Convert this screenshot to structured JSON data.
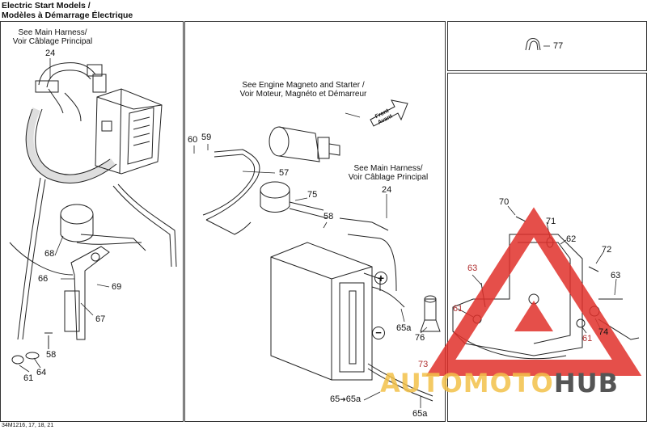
{
  "header": {
    "line1": "Electric Start Models /",
    "line2": "Modèles à Démarrage Électrique"
  },
  "notes": {
    "main_harness_left": [
      "See Main Harness/",
      "Voir Câblage Principal"
    ],
    "engine_magneto": [
      "See Engine Magneto and Starter /",
      "Voir Moteur, Magnéto et Démarreur"
    ],
    "main_harness_center": [
      "See Main Harness/",
      "Voir Câblage Principal"
    ],
    "front_arrow": [
      "Front",
      "Avant"
    ]
  },
  "callouts": {
    "p24a": "24",
    "p68": "68",
    "p66": "66",
    "p69": "69",
    "p67": "67",
    "p58a": "58",
    "p61a": "61",
    "p64": "64",
    "p60": "60",
    "p59": "59",
    "p57": "57",
    "p75": "75",
    "p58b": "58",
    "p24b": "24",
    "p65a1": "65a",
    "p76": "76",
    "p73": "73",
    "p65": "65",
    "p65arrow": "➔",
    "p65a2": "65a",
    "p65a3": "65a",
    "p77": "77",
    "p70": "70",
    "p71": "71",
    "p62": "62",
    "p72": "72",
    "p63a": "63",
    "p63b": "63",
    "p61b": "61",
    "p61c": "61",
    "p74": "74"
  },
  "symbols": {
    "plus": "+",
    "minus": "−"
  },
  "ref_code": "34M1216, 17, 18, 21",
  "watermark": {
    "part1": "AUTOMOTO",
    "part2": "HUB",
    "color1": "#f3c14a",
    "color2": "#555555",
    "triangle_color": "#e0302a"
  }
}
